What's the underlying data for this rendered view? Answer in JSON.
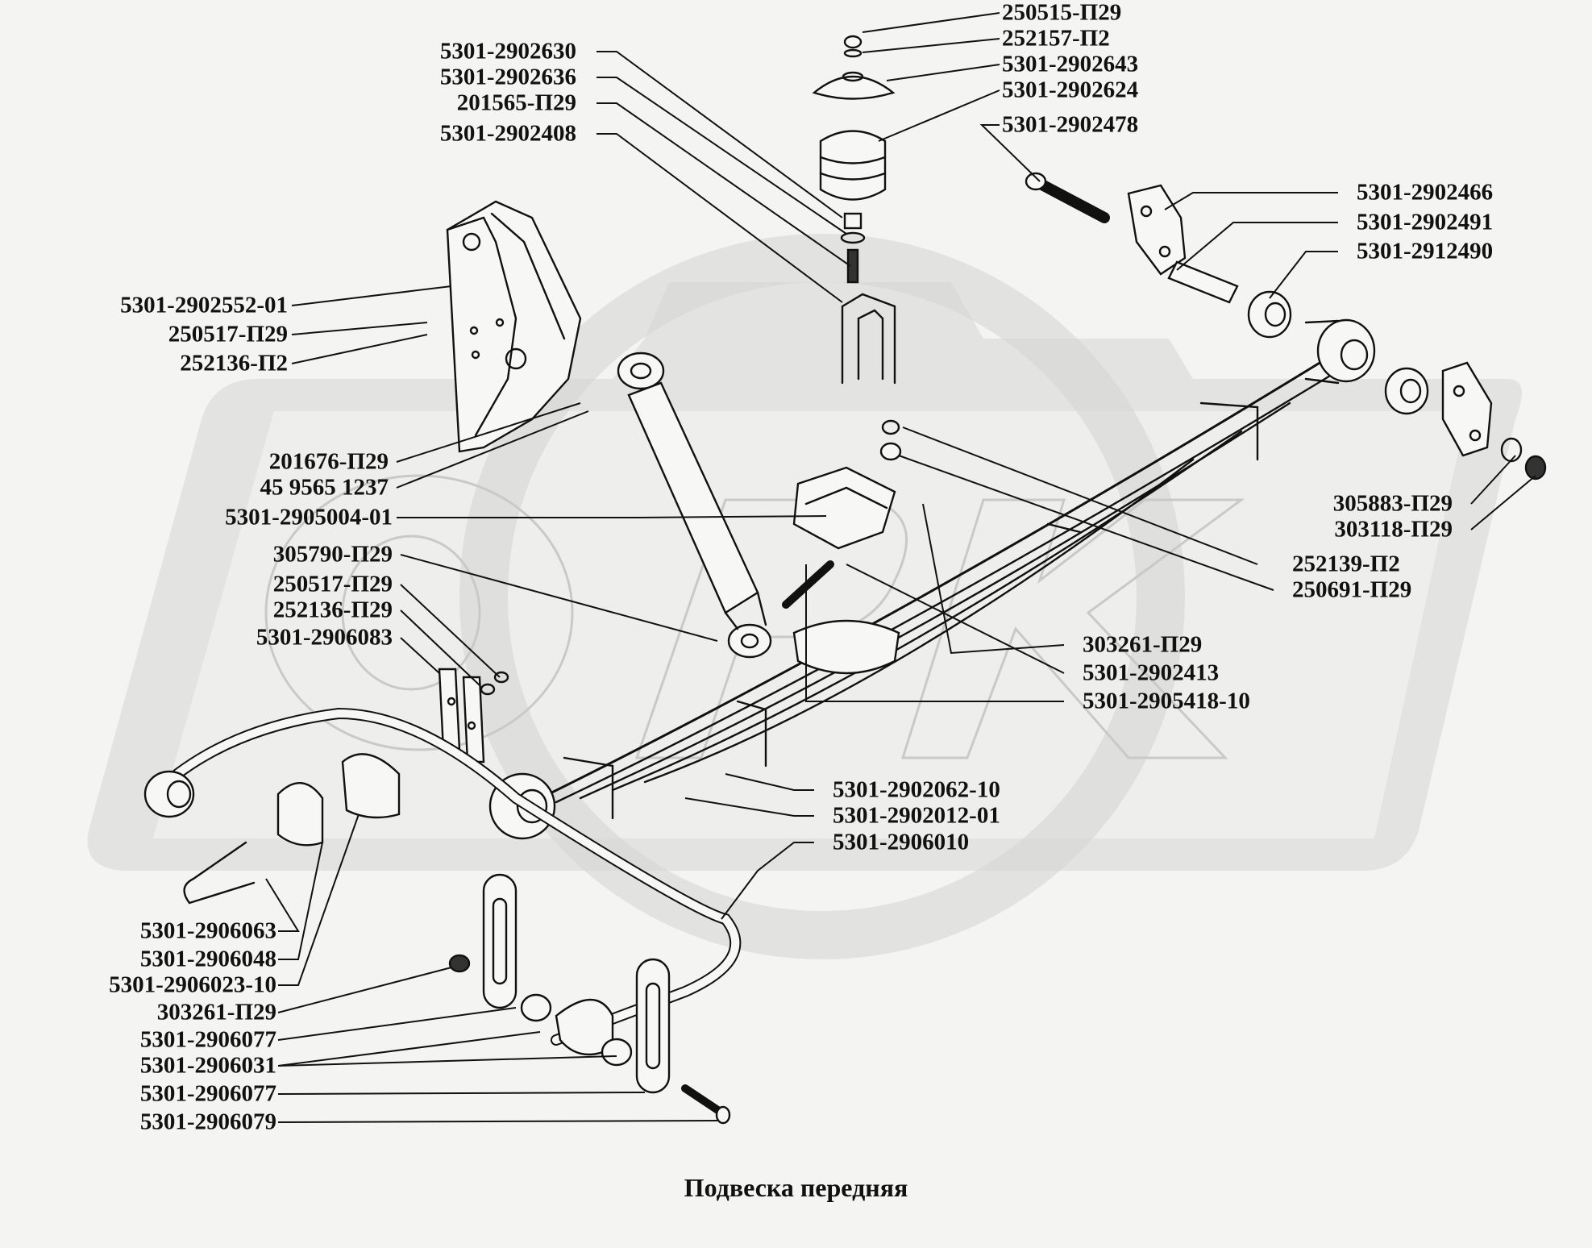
{
  "caption": "Подвеска передняя",
  "watermark": "ОРИ",
  "colors": {
    "background": "#f4f4f2",
    "watermark": "#d6d6d4",
    "ink": "#111111"
  },
  "labels_top": [
    "250515-П29",
    "252157-П2",
    "5301-2902643",
    "5301-2902624",
    "5301-2902478"
  ],
  "labels_upper_left": [
    "5301-2902630",
    "5301-2902636",
    "201565-П29",
    "5301-2902408"
  ],
  "labels_upper_right": [
    "5301-2902466",
    "5301-2902491",
    "5301-2912490"
  ],
  "labels_left": [
    "5301-2902552-01",
    "250517-П29",
    "252136-П2",
    "201676-П29",
    "45 9565 1237",
    "5301-2905004-01",
    "305790-П29",
    "250517-П29",
    "252136-П29",
    "5301-2906083"
  ],
  "labels_right": [
    "305883-П29",
    "303118-П29",
    "252139-П2",
    "250691-П29"
  ],
  "labels_center": [
    "303261-П29",
    "5301-2902413",
    "5301-2905418-10",
    "5301-2902062-10",
    "5301-2902012-01",
    "5301-2906010"
  ],
  "labels_bottom_left": [
    "5301-2906063",
    "5301-2906048",
    "5301-2906023-10",
    "303261-П29",
    "5301-2906077",
    "5301-2906031",
    "5301-2906077",
    "5301-2906079"
  ]
}
